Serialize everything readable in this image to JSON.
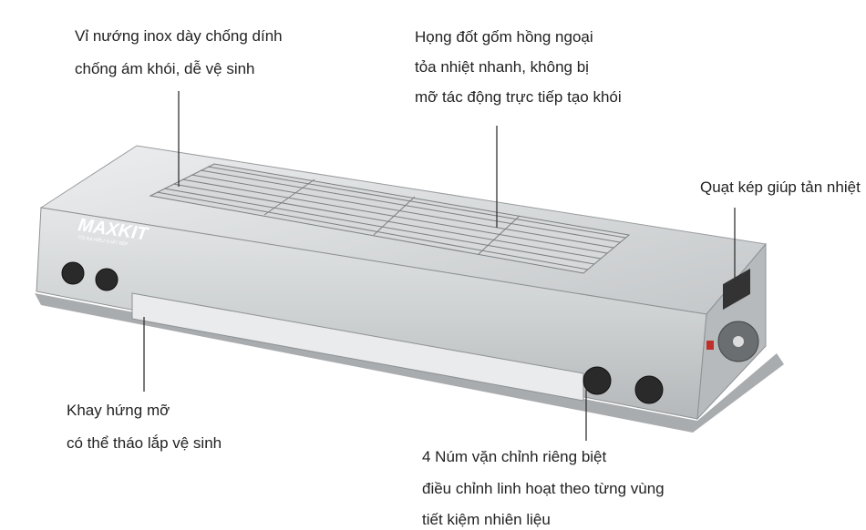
{
  "brand": {
    "logo": "MAXKIT",
    "tagline": "TỐI ĐA HIỆU SUẤT BẾP"
  },
  "callouts": {
    "grate": [
      "Vỉ nướng inox dày chống dính",
      "chống ám khói, dễ vệ sinh"
    ],
    "burner": [
      "Họng đốt gốm hồng ngoại",
      "tỏa nhiệt nhanh, không bị",
      "mỡ tác động trực tiếp tạo khói"
    ],
    "fan": [
      "Quạt kép giúp tản nhiệt"
    ],
    "tray": [
      "Khay hứng mỡ",
      "có thể tháo lắp vệ sinh"
    ],
    "knobs": [
      "4 Núm vặn chỉnh riêng biệt",
      "điều chỉnh linh hoạt theo từng vùng",
      "tiết kiệm nhiên liệu"
    ]
  },
  "colors": {
    "steel": "#c9ccce",
    "steel_dark": "#8e9194",
    "knob": "#2a2a2a",
    "switch": "#c0302a"
  }
}
